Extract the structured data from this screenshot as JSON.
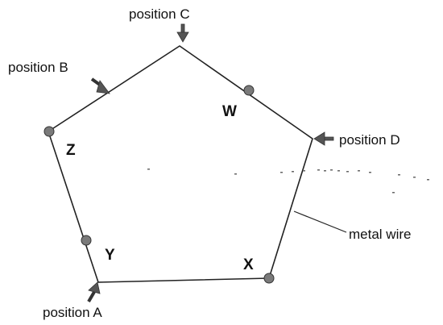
{
  "labels": {
    "position_a": "position A",
    "position_b": "position B",
    "position_c": "position C",
    "position_d": "position D",
    "metal_wire": "metal wire"
  },
  "points": {
    "w": "W",
    "x": "X",
    "y": "Y",
    "z": "Z"
  }
}
